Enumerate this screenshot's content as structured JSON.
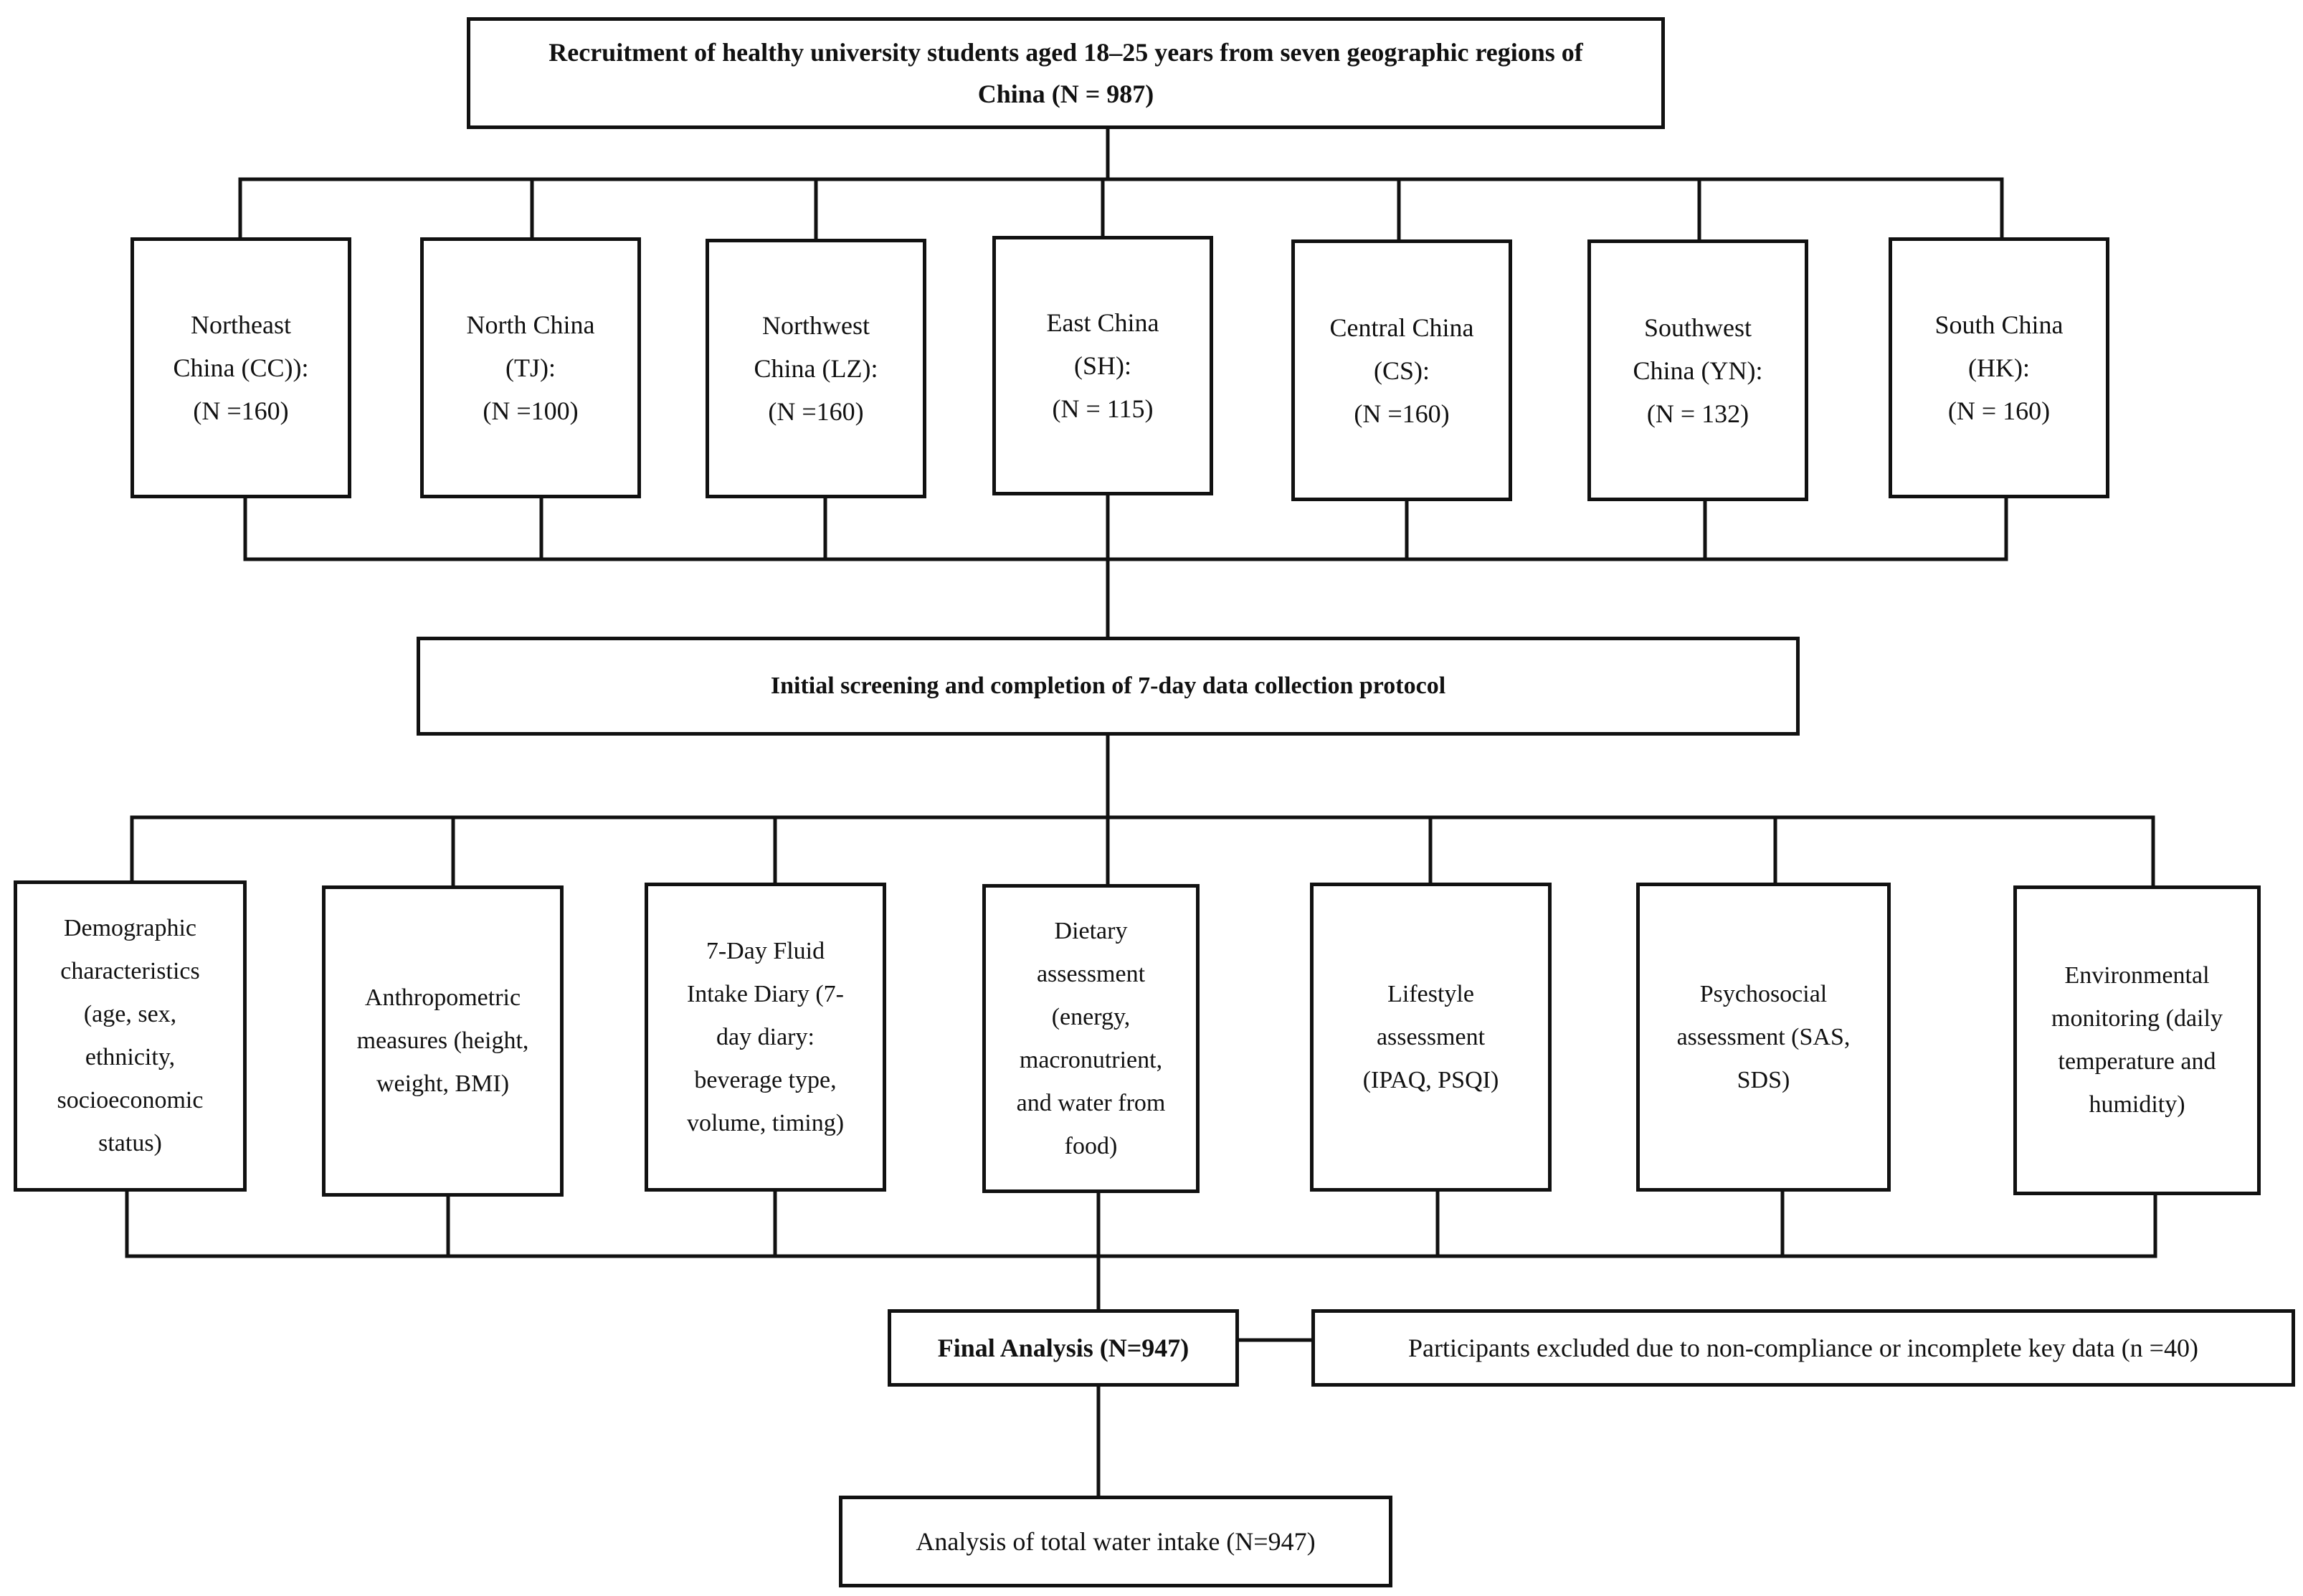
{
  "top": {
    "line1": "Recruitment of healthy university students aged 18–25 years from seven geographic regions of",
    "line2": "China (N = 987)"
  },
  "regions": [
    {
      "lines": [
        "Northeast",
        "China (CC)):",
        "(N =160)"
      ]
    },
    {
      "lines": [
        "North China",
        "(TJ):",
        "(N =100)"
      ]
    },
    {
      "lines": [
        "Northwest",
        "China (LZ):",
        "(N =160)"
      ]
    },
    {
      "lines": [
        "East China",
        "(SH):",
        "(N = 115)"
      ]
    },
    {
      "lines": [
        "Central China",
        "(CS):",
        "(N =160)"
      ]
    },
    {
      "lines": [
        "Southwest",
        "China (YN):",
        "(N = 132)"
      ]
    },
    {
      "lines": [
        "South China",
        "(HK):",
        "(N = 160)"
      ]
    }
  ],
  "screening": {
    "label": "Initial screening and completion of 7-day data collection protocol"
  },
  "categories": [
    {
      "lines": [
        "Demographic",
        "characteristics",
        "(age, sex,",
        "ethnicity,",
        "socioeconomic",
        "status)"
      ]
    },
    {
      "lines": [
        "Anthropometric",
        "measures (height,",
        "weight, BMI)"
      ]
    },
    {
      "lines": [
        "7-Day Fluid",
        "Intake Diary (7-",
        "day diary:",
        "beverage type,",
        "volume, timing)"
      ]
    },
    {
      "lines": [
        "Dietary",
        "assessment",
        "(energy,",
        "macronutrient,",
        "and water from",
        "food)"
      ]
    },
    {
      "lines": [
        "Lifestyle",
        "assessment",
        "(IPAQ, PSQI)"
      ]
    },
    {
      "lines": [
        "Psychosocial",
        "assessment (SAS,",
        "SDS)"
      ]
    },
    {
      "lines": [
        "Environmental",
        "monitoring (daily",
        "temperature and",
        "humidity)"
      ]
    }
  ],
  "final": {
    "label": "Final Analysis (N=947)"
  },
  "excluded": {
    "label": "Participants excluded due to non-compliance or incomplete key data (n =40)"
  },
  "outcome": {
    "label": "Analysis of total water intake (N=947)"
  }
}
